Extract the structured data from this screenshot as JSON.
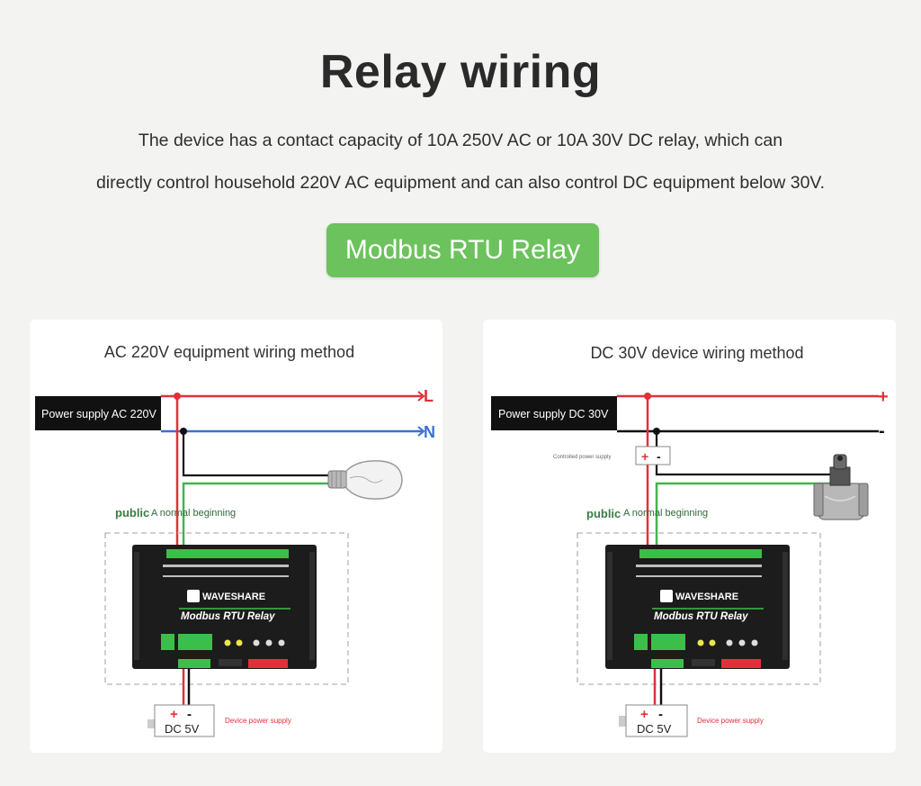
{
  "header": {
    "title": "Relay wiring",
    "desc_line1": "The device has a contact capacity of 10A 250V AC or 10A 30V DC relay, which can",
    "desc_line2": "directly control household 220V AC equipment and can also control DC equipment below 30V.",
    "button_label": "Modbus RTU Relay"
  },
  "colors": {
    "accent_green": "#6cc25c",
    "wire_red": "#e0313a",
    "wire_blue": "#3a6fd6",
    "wire_black": "#1a1a1a",
    "wire_green": "#43b54a"
  },
  "left_panel": {
    "title": "AC 220V equipment wiring method",
    "supply_label": "Power supply AC 220V",
    "line_L": "L",
    "line_N": "N",
    "public_label": "public",
    "normal_label": "A normal beginning",
    "device_brand": "WAVESHARE",
    "device_model": "Modbus RTU Relay",
    "psu_plus": "+",
    "psu_minus": "-",
    "psu_label": "DC 5V",
    "psu_note": "Device power supply",
    "load_icon": "light-bulb-icon"
  },
  "right_panel": {
    "title": "DC 30V device wiring method",
    "supply_label": "Power supply DC 30V",
    "line_plus": "+",
    "line_minus": "-",
    "controlled_label": "Controlled power supply",
    "ctrl_plus": "+",
    "ctrl_minus": "-",
    "public_label": "public",
    "normal_label": "A normal beginning",
    "device_brand": "WAVESHARE",
    "device_model": "Modbus RTU Relay",
    "psu_plus": "+",
    "psu_minus": "-",
    "psu_label": "DC 5V",
    "psu_note": "Device power supply",
    "load_icon": "solenoid-valve-icon"
  }
}
